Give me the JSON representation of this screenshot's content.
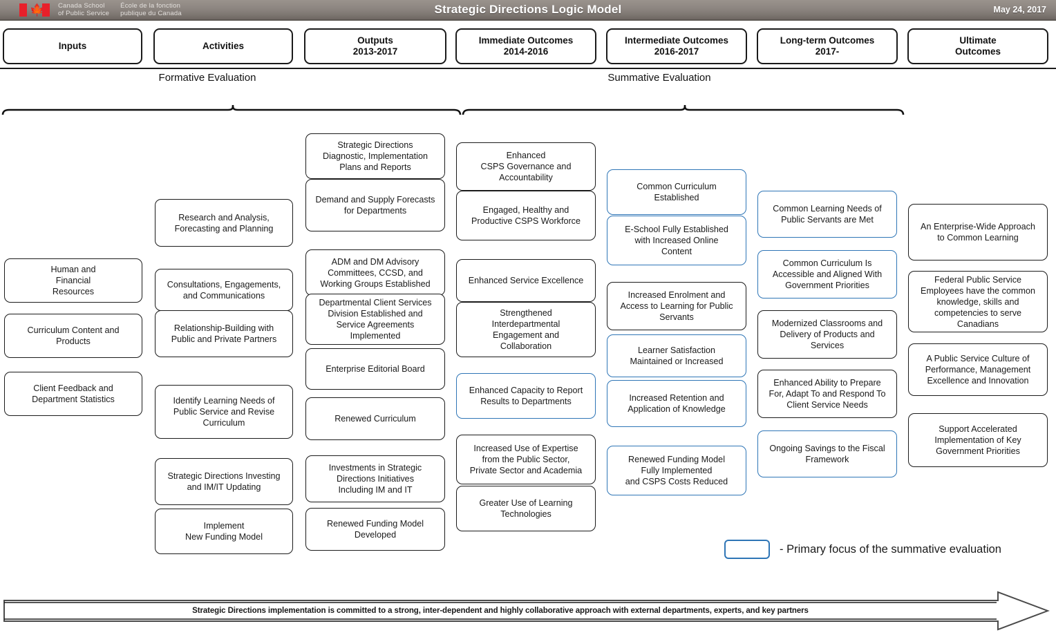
{
  "header": {
    "org_en": "Canada School\nof Public Service",
    "org_fr": "École de la fonction\npublique du Canada",
    "title": "Strategic Directions Logic Model",
    "date": "May 24, 2017",
    "flag_icon": "canada-flag-icon",
    "bar_color": "#8c8580"
  },
  "columns": [
    {
      "label": "Inputs",
      "years": ""
    },
    {
      "label": "Activities",
      "years": ""
    },
    {
      "label": "Outputs",
      "years": "2013-2017"
    },
    {
      "label": "Immediate Outcomes",
      "years": "2014-2016"
    },
    {
      "label": "Intermediate Outcomes",
      "years": "2016-2017"
    },
    {
      "label": "Long-term Outcomes",
      "years": "2017-"
    },
    {
      "label": "Ultimate",
      "years": "Outcomes"
    }
  ],
  "evaluations": [
    {
      "label": "Formative Evaluation"
    },
    {
      "label": "Summative Evaluation"
    }
  ],
  "inputs": [
    {
      "text": "Human and\nFinancial\nResources",
      "highlight": false
    },
    {
      "text": "Curriculum Content and\nProducts",
      "highlight": false
    },
    {
      "text": "Client Feedback and\nDepartment Statistics",
      "highlight": false
    }
  ],
  "activities": [
    {
      "text": "Research and Analysis,\nForecasting and Planning",
      "highlight": false
    },
    {
      "text": "Consultations, Engagements,\nand Communications",
      "highlight": false
    },
    {
      "text": "Relationship-Building with\nPublic and Private Partners",
      "highlight": false
    },
    {
      "text": "Identify Learning Needs of\nPublic Service and Revise\nCurriculum",
      "highlight": false
    },
    {
      "text": "Strategic Directions Investing\nand IM/IT Updating",
      "highlight": false
    },
    {
      "text": "Implement\nNew Funding Model",
      "highlight": false
    }
  ],
  "outputs": [
    {
      "text": "Strategic Directions\nDiagnostic, Implementation\nPlans and Reports",
      "highlight": false
    },
    {
      "text": "Demand and Supply Forecasts\nfor Departments",
      "highlight": false
    },
    {
      "text": "ADM and DM Advisory\nCommittees, CCSD, and\nWorking Groups Established",
      "highlight": false
    },
    {
      "text": "Departmental Client Services\nDivision Established and\nService Agreements\nImplemented",
      "highlight": false
    },
    {
      "text": "Enterprise Editorial Board",
      "highlight": false
    },
    {
      "text": "Renewed Curriculum",
      "highlight": false
    },
    {
      "text": "Investments in Strategic\nDirections Initiatives\nIncluding IM and IT",
      "highlight": false
    },
    {
      "text": "Renewed Funding Model\nDeveloped",
      "highlight": false
    }
  ],
  "immediate_outcomes": [
    {
      "text": "Enhanced\nCSPS Governance and\nAccountability",
      "highlight": false
    },
    {
      "text": "Engaged, Healthy and\nProductive CSPS Workforce",
      "highlight": false
    },
    {
      "text": "Enhanced Service Excellence",
      "highlight": false
    },
    {
      "text": "Strengthened\nInterdepartmental\nEngagement and\nCollaboration",
      "highlight": false
    },
    {
      "text": "Enhanced Capacity to Report\nResults to Departments",
      "highlight": true
    },
    {
      "text": "Increased Use of Expertise\nfrom the Public Sector,\nPrivate Sector and Academia",
      "highlight": false
    },
    {
      "text": "Greater Use of Learning\nTechnologies",
      "highlight": false
    }
  ],
  "intermediate_outcomes": [
    {
      "text": "Common Curriculum\nEstablished",
      "highlight": true
    },
    {
      "text": "E-School Fully Established\nwith Increased Online\nContent",
      "highlight": true
    },
    {
      "text": "Increased Enrolment and\nAccess to Learning for Public\nServants",
      "highlight": false
    },
    {
      "text": "Learner Satisfaction\nMaintained or Increased",
      "highlight": true
    },
    {
      "text": "Increased Retention and\nApplication of Knowledge",
      "highlight": true
    },
    {
      "text": "Renewed Funding Model\nFully Implemented\nand CSPS Costs Reduced",
      "highlight": true
    }
  ],
  "longterm_outcomes": [
    {
      "text": "Common Learning Needs of\nPublic Servants are Met",
      "highlight": true
    },
    {
      "text": "Common Curriculum Is\nAccessible  and Aligned With\nGovernment Priorities",
      "highlight": true
    },
    {
      "text": "Modernized Classrooms and\nDelivery of Products and\nServices",
      "highlight": false
    },
    {
      "text": "Enhanced Ability to Prepare\nFor, Adapt To and Respond To\nClient Service Needs",
      "highlight": false
    },
    {
      "text": "Ongoing Savings to the Fiscal\nFramework",
      "highlight": true
    }
  ],
  "ultimate_outcomes": [
    {
      "text": "An Enterprise-Wide Approach\nto Common Learning",
      "highlight": false
    },
    {
      "text": "Federal Public Service\nEmployees have the common\nknowledge, skills and\ncompetencies to serve\nCanadians",
      "highlight": false
    },
    {
      "text": "A Public Service Culture of\nPerformance, Management\nExcellence and Innovation",
      "highlight": false
    },
    {
      "text": "Support Accelerated\nImplementation of Key\nGovernment Priorities",
      "highlight": false
    }
  ],
  "legend": {
    "text": "- Primary focus of the summative evaluation",
    "swatch_color": "#2e75b6"
  },
  "banner": {
    "text": "Strategic Directions implementation is committed to a strong, inter-dependent and highly collaborative approach with external departments, experts, and key partners"
  }
}
